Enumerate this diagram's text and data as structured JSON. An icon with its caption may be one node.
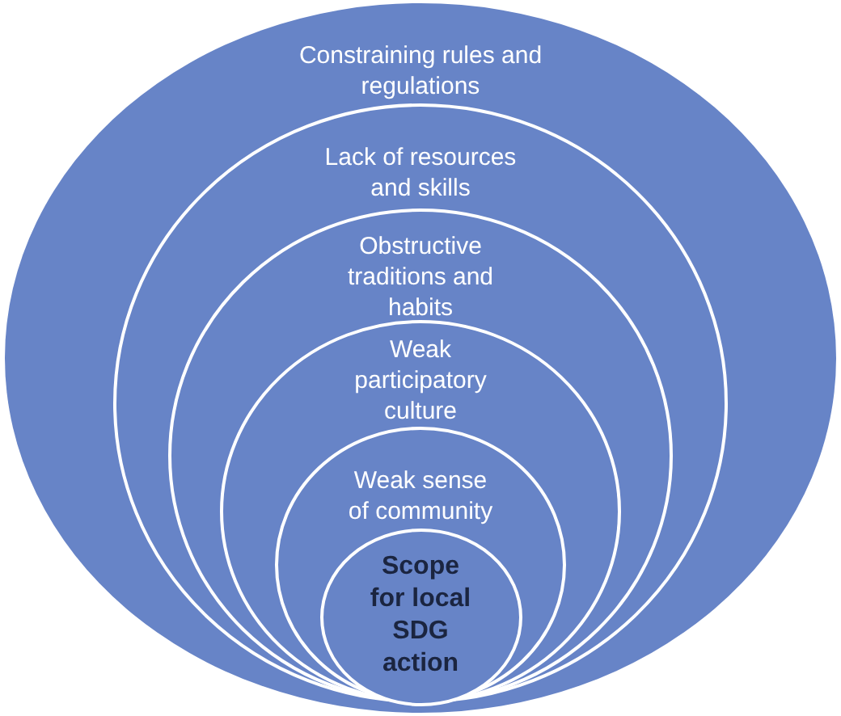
{
  "diagram": {
    "nodes": [
      {
        "text": [
          "Constraining rules and regulations"
        ]
      },
      {
        "text": [
          "Lack of resources and skills"
        ],
        "in": 0
      },
      {
        "text": [
          "Obstructive traditions and habits"
        ],
        "in": 1
      },
      {
        "text": [
          "Weak participatory culture"
        ],
        "in": 2
      },
      {
        "text": [
          "Weak sense of community"
        ],
        "in": 3
      },
      {
        "text": [
          "Scope for local SDG action"
        ],
        "in": 4
      }
    ]
  }
}
